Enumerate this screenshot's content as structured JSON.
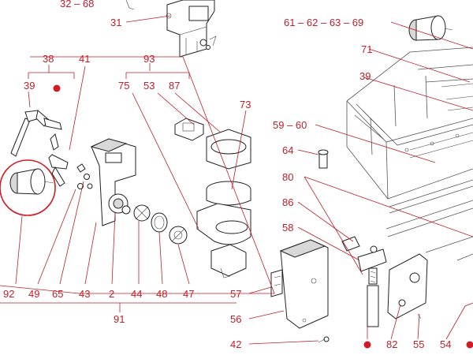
{
  "diagram": {
    "labels": {
      "l32_68": "32 – 68",
      "l31": "31",
      "l61_69": "61 – 62 – 63 – 69",
      "l71": "71",
      "l39r": "39",
      "l38": "38",
      "l39": "39",
      "l41": "41",
      "l93": "93",
      "l75": "75",
      "l53": "53",
      "l87": "87",
      "l73": "73",
      "l59_60": "59 – 60",
      "l64": "64",
      "l80": "80",
      "l86": "86",
      "l58": "58",
      "l57": "57",
      "l56": "56",
      "l42": "42",
      "l92": "92",
      "l49": "49",
      "l65": "65",
      "l43": "43",
      "l2": "2",
      "l44": "44",
      "l48": "48",
      "l47": "47",
      "l91": "91",
      "l82": "82",
      "l55": "55",
      "l54": "54"
    },
    "colors": {
      "label": "#c0202a",
      "highlight_circle": "#d01c24",
      "marker_dot": "#d01c24",
      "line_art": "#222222"
    }
  }
}
